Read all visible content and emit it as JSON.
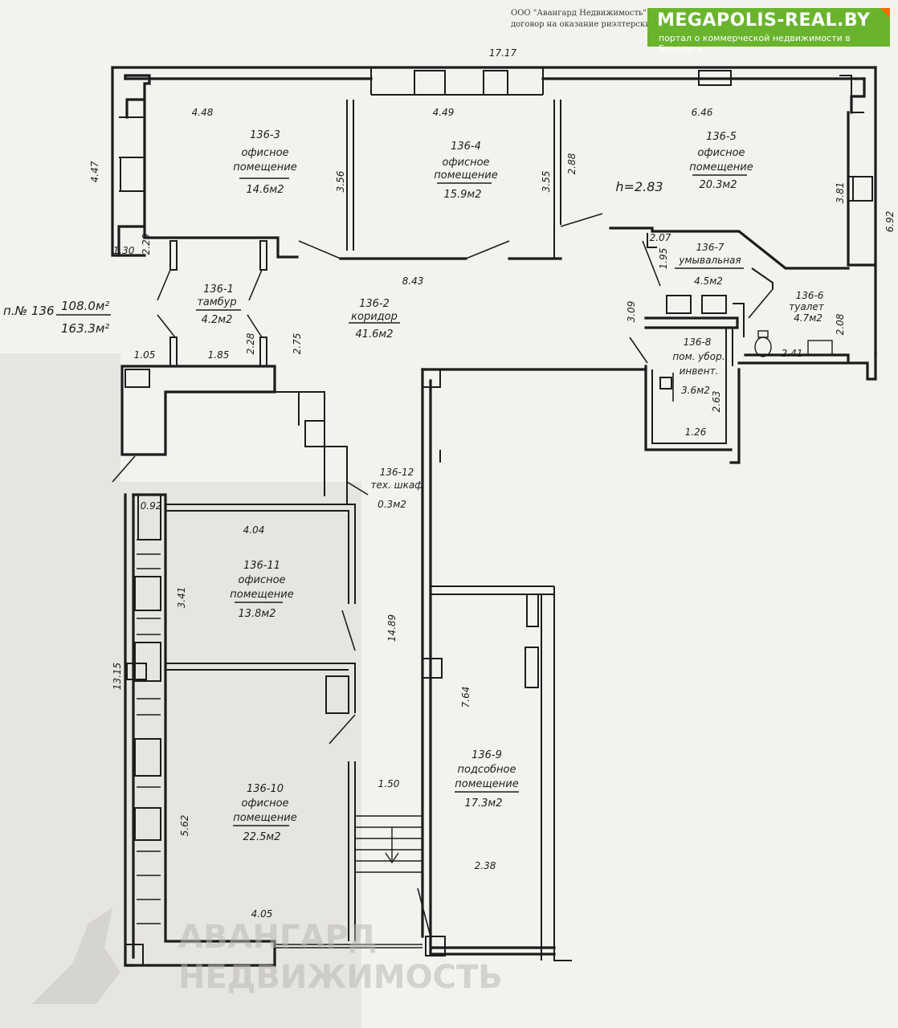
{
  "header": {
    "agency_line_1": "ООО \"Авангард Недвижимость\"",
    "agency_line_2": "договор на оказание риэлтерских",
    "brand_title": "MEGAPOLIS-REAL.BY",
    "brand_subtitle": "портал о коммерческой недвижимости в Беларуси",
    "brand_color": "#6ab42d"
  },
  "plan": {
    "height_note": "h=2.83",
    "premises": {
      "prefix": "п.№ 136",
      "area_top": "108.0м²",
      "area_bottom": "163.3м²"
    },
    "rooms": [
      {
        "id": "136-3",
        "l1": "офисное",
        "l2": "помещение",
        "area": "14.6м2"
      },
      {
        "id": "136-4",
        "l1": "офисное",
        "l2": "помещение",
        "area": "15.9м2"
      },
      {
        "id": "136-5",
        "l1": "офисное",
        "l2": "помещение",
        "area": "20.3м2"
      },
      {
        "id": "136-1",
        "l1": "тамбур",
        "area": "4.2м2"
      },
      {
        "id": "136-2",
        "l1": "коридор",
        "area": "41.6м2"
      },
      {
        "id": "136-7",
        "l1": "умывальная",
        "area": "4.5м2"
      },
      {
        "id": "136-6",
        "l1": "туалет",
        "area": "4.7м2"
      },
      {
        "id": "136-8",
        "l1": "пом. убор.",
        "l2": "инвент.",
        "area": "3.6м2"
      },
      {
        "id": "136-12",
        "l1": "тех. шкаф",
        "area": "0.3м2"
      },
      {
        "id": "136-11",
        "l1": "офисное",
        "l2": "помещение",
        "area": "13.8м2"
      },
      {
        "id": "136-10",
        "l1": "офисное",
        "l2": "помещение",
        "area": "22.5м2"
      },
      {
        "id": "136-9",
        "l1": "подсобное",
        "l2": "помещение",
        "area": "17.3м2"
      }
    ],
    "dimensions": {
      "top_total": "17.17",
      "r3_width": "4.48",
      "r4_width": "4.49",
      "r5_width": "6.46",
      "left_depth": "4.47",
      "r3_depth": "3.56",
      "r4_depth": "3.55",
      "r5_gap": "2.88",
      "r5_depth": "3.81",
      "right_total": "6.92",
      "d_130": "1.30",
      "corridor_len": "8.43",
      "r7_width": "2.07",
      "r7_depth": "1.95",
      "r8_height": "3.09",
      "r6_depth": "2.08",
      "r6_width": "2.41",
      "r8_depth": "2.63",
      "r8_width": "1.26",
      "vest_left": "2.29",
      "vest_mid": "2.28",
      "vest_right": "2.75",
      "d_105": "1.05",
      "d_185": "1.85",
      "d_092": "0.92",
      "r11_width": "4.04",
      "r11_depth": "3.41",
      "left_total": "13.15",
      "corridor_total": "14.89",
      "r9_depth": "7.64",
      "stair_width": "1.50",
      "r10_depth": "5.62",
      "r9_width": "2.38",
      "r10_width": "4.05"
    }
  },
  "watermark": {
    "line1": "АВАНГАРД",
    "line2": "НЕДВИЖИМОСТЬ"
  }
}
